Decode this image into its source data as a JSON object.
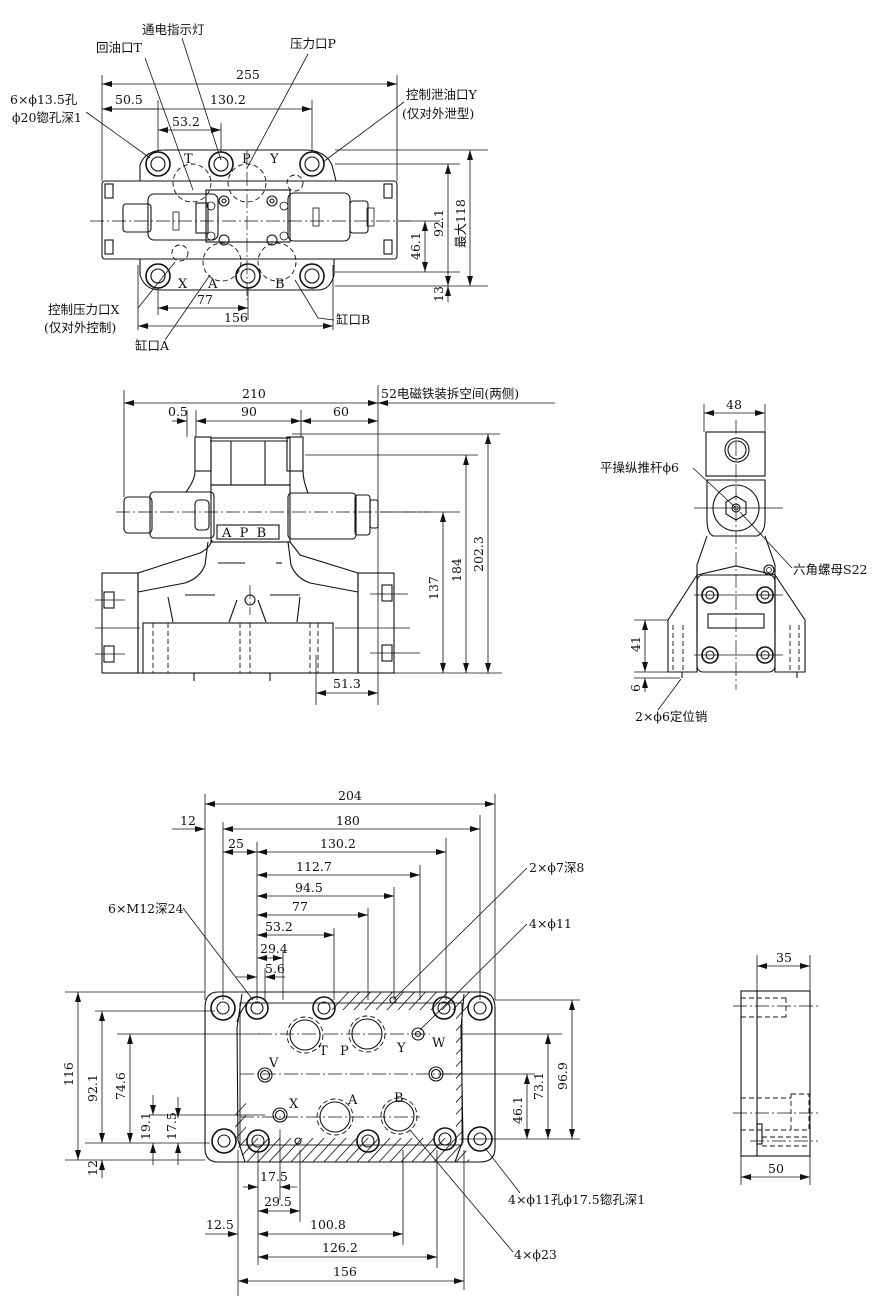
{
  "top_view": {
    "callouts": {
      "indicator": "通电指示灯",
      "return_port": "回油口T",
      "pressure_port": "压力口P",
      "holes_1": "6×ϕ13.5孔",
      "holes_2": "ϕ20锪孔深1",
      "drain_1": "控制泄油口Y",
      "drain_2": "(仅对外泄型)",
      "pilot_1": "控制压力口X",
      "pilot_2": "(仅对外控制)",
      "port_a": "缸口A",
      "port_b": "缸口B"
    },
    "ports": {
      "T": "T",
      "P": "P",
      "Y": "Y",
      "X": "X",
      "A": "A",
      "B": "B"
    },
    "dims": {
      "overall": "255",
      "d50_5": "50.5",
      "d130_2": "130.2",
      "d53_2": "53.2",
      "d77": "77",
      "d156": "156",
      "d92_1": "92.1",
      "d46_1": "46.1",
      "max118": "最大118",
      "d13": "13"
    }
  },
  "front_view": {
    "callout": "52电磁铁装拆空间(两侧)",
    "plate": "A  P  B",
    "dims": {
      "d210": "210",
      "d0_5": "0.5",
      "d90": "90",
      "d60": "60",
      "d137": "137",
      "d184": "184",
      "d202_3": "202.3",
      "d51_3": "51.3"
    }
  },
  "side_view": {
    "callouts": {
      "push_rod": "平操纵推杆ϕ6",
      "hex_nut": "六角螺母S22",
      "pins": "2×ϕ6定位销"
    },
    "dims": {
      "d48": "48",
      "d41": "41",
      "d6": "6"
    }
  },
  "mounting_face": {
    "callouts": {
      "threads": "6×M12深24",
      "pin_holes": "2×ϕ7深8",
      "holes11": "4×ϕ11",
      "counterbore": "4×ϕ11孔ϕ17.5锪孔深1",
      "ports23": "4×ϕ23"
    },
    "ports": {
      "T": "T",
      "P": "P",
      "Y": "Y",
      "W": "W",
      "V": "V",
      "X": "X",
      "A": "A",
      "B": "B"
    },
    "dims": {
      "d204": "204",
      "d12": "12",
      "d180": "180",
      "d25": "25",
      "d130_2": "130.2",
      "d112_7": "112.7",
      "d94_5": "94.5",
      "d77": "77",
      "d53_2": "53.2",
      "d29_4": "29.4",
      "d5_6": "5.6",
      "d116": "116",
      "d92_1": "92.1",
      "d74_6": "74.6",
      "d19_1": "19.1",
      "d17_5v": "17.5",
      "d12v": "12",
      "d46_1": "46.1",
      "d73_1": "73.1",
      "d96_9": "96.9",
      "d17_5": "17.5",
      "d29_5": "29.5",
      "d12_5": "12.5",
      "d100_8": "100.8",
      "d126_2": "126.2",
      "d156": "156"
    }
  },
  "subplate_side": {
    "dims": {
      "d35": "35",
      "d50": "50"
    }
  }
}
